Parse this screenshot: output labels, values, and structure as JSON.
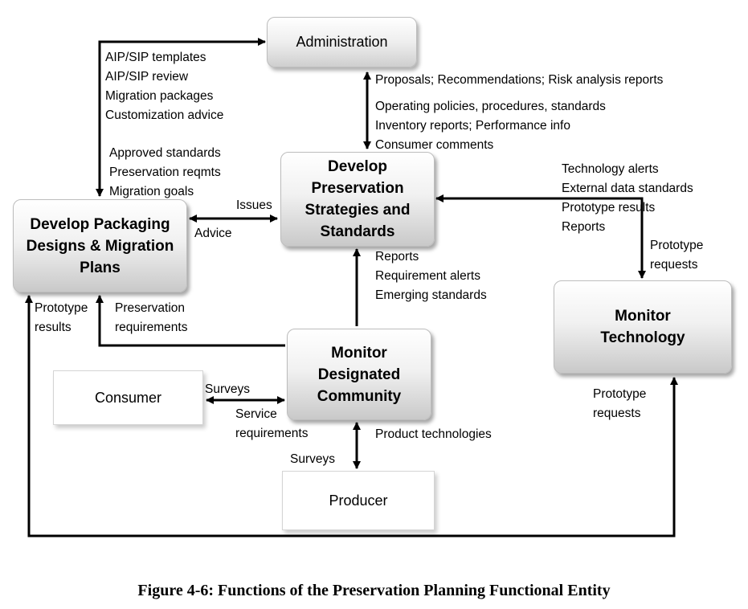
{
  "boxes": {
    "administration": "Administration",
    "develop_strategies": "Develop Preservation Strategies and Standards",
    "develop_packaging": "Develop Packaging Designs & Migration Plans",
    "monitor_technology": "Monitor Technology",
    "monitor_community": "Monitor Designated Community",
    "consumer": "Consumer",
    "producer": "Producer"
  },
  "labels": {
    "admin_to_packaging": [
      "AIP/SIP templates",
      "AIP/SIP review",
      "Migration packages",
      "Customization advice"
    ],
    "packaging_to_admin": [
      "Approved standards",
      "Preservation reqmts",
      "Migration goals"
    ],
    "strategies_to_admin": [
      "Proposals; Recommendations; Risk analysis reports"
    ],
    "admin_to_strategies": [
      "Operating policies, procedures, standards",
      "Inventory reports; Performance info",
      "Consumer comments"
    ],
    "issues": "Issues",
    "advice": "Advice",
    "technology_to_strategies": [
      "Technology alerts",
      "External data standards",
      "Prototype results",
      "Reports"
    ],
    "prototype_requests_top": [
      "Prototype",
      "requests"
    ],
    "community_to_strategies": [
      "Reports",
      "Requirement alerts",
      "Emerging standards"
    ],
    "prototype_results": [
      "Prototype",
      "results"
    ],
    "preservation_requirements": [
      "Preservation",
      "requirements"
    ],
    "surveys_consumer": "Surveys",
    "service_requirements": [
      "Service",
      "requirements"
    ],
    "product_technologies": "Product technologies",
    "surveys_producer": "Surveys",
    "prototype_requests_bottom": [
      "Prototype",
      "requests"
    ]
  },
  "caption": "Figure 4-6:  Functions of the Preservation Planning Functional Entity"
}
